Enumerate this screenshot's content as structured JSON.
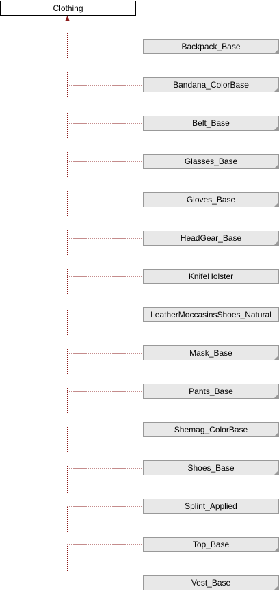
{
  "root": {
    "label": "Clothing"
  },
  "children": [
    {
      "label": "Backpack_Base",
      "has_more": true
    },
    {
      "label": "Bandana_ColorBase",
      "has_more": true
    },
    {
      "label": "Belt_Base",
      "has_more": true
    },
    {
      "label": "Glasses_Base",
      "has_more": true
    },
    {
      "label": "Gloves_Base",
      "has_more": true
    },
    {
      "label": "HeadGear_Base",
      "has_more": true
    },
    {
      "label": "KnifeHolster",
      "has_more": false
    },
    {
      "label": "LeatherMoccasinsShoes_Natural",
      "has_more": false
    },
    {
      "label": "Mask_Base",
      "has_more": true
    },
    {
      "label": "Pants_Base",
      "has_more": true
    },
    {
      "label": "Shemag_ColorBase",
      "has_more": true
    },
    {
      "label": "Shoes_Base",
      "has_more": true
    },
    {
      "label": "Splint_Applied",
      "has_more": false
    },
    {
      "label": "Top_Base",
      "has_more": true
    },
    {
      "label": "Vest_Base",
      "has_more": true
    }
  ],
  "colors": {
    "connector": "#8b1a1a",
    "node_fill": "#e8e8e8",
    "node_border": "#999999",
    "root_border": "#000000"
  }
}
